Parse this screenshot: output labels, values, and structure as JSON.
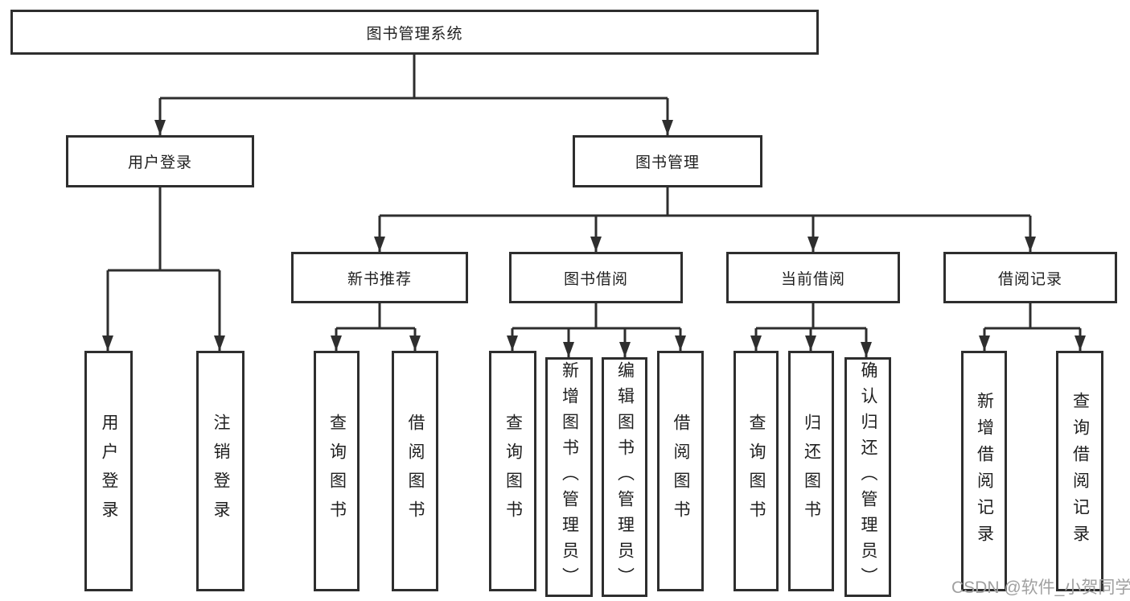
{
  "tree": {
    "label": "图书管理系统",
    "children": [
      {
        "label": "用户登录",
        "children": [
          {
            "label": "用户登录"
          },
          {
            "label": "注销登录"
          }
        ]
      },
      {
        "label": "图书管理",
        "children": [
          {
            "label": "新书推荐",
            "children": [
              {
                "label": "查询图书"
              },
              {
                "label": "借阅图书"
              }
            ]
          },
          {
            "label": "图书借阅",
            "children": [
              {
                "label": "查询图书"
              },
              {
                "label": "新增图书（管理员）"
              },
              {
                "label": "编辑图书（管理员）"
              },
              {
                "label": "借阅图书"
              }
            ]
          },
          {
            "label": "当前借阅",
            "children": [
              {
                "label": "查询图书"
              },
              {
                "label": "归还图书"
              },
              {
                "label": "确认归还（管理员）"
              }
            ]
          },
          {
            "label": "借阅记录",
            "children": [
              {
                "label": "新增借阅记录"
              },
              {
                "label": "查询借阅记录"
              }
            ]
          }
        ]
      }
    ]
  },
  "watermark": {
    "text": "CSDN @软件_小贺同学"
  },
  "colors": {
    "line": "#2e2e2e",
    "box_border": "#2e2e2e",
    "text": "#1f1f1f",
    "watermark": "#a0a0a0",
    "background": "#ffffff"
  }
}
